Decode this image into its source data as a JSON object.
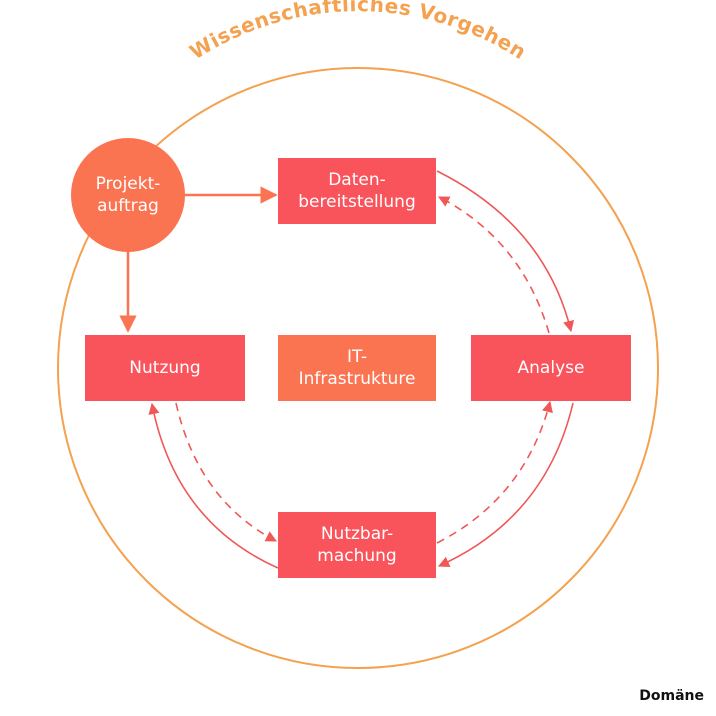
{
  "title": "Wissenschaftliches Vorgehen",
  "nodes": {
    "projektauftrag": "Projekt-\nauftrag",
    "datenbereitstellung": "Daten-\nbereitstellung",
    "analyse": "Analyse",
    "nutzbarmachung": "Nutzbar-\nmachung",
    "nutzung": "Nutzung",
    "it_infrastruktur": "IT-\nInfrastrukture"
  },
  "corner_label": "Domäne",
  "colors": {
    "boxes": "#f9535b",
    "accent_orange": "#fb7452",
    "circle_outline": "#f4a150",
    "arrows": "#f05757"
  }
}
